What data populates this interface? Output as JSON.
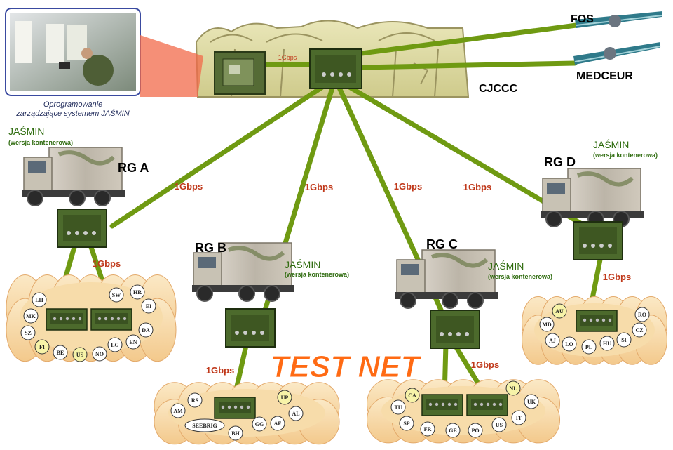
{
  "photo": {
    "caption_line1": "Oprogramowanie",
    "caption_line2": "zarządzające systemem JAŚMIN"
  },
  "hq": {
    "name": "CJCCC",
    "link_speed": "1Gbps",
    "satellites": [
      {
        "label": "FOS"
      },
      {
        "label": "MEDCEUR"
      }
    ]
  },
  "trunk_speed_labels": [
    "1Gbps",
    "1Gbps",
    "1Gbps",
    "1Gbps"
  ],
  "groups": [
    {
      "id": "A",
      "name": "RG A",
      "system": "JAŚMIN",
      "variant": "(wersja kontenerowa)",
      "link_speed": "1Gbps",
      "nodes": [
        "LH",
        "MK",
        "SZ",
        "FI",
        "BE",
        "US",
        "NO",
        "SW",
        "HR",
        "EI",
        "DA",
        "LG",
        "EN"
      ],
      "highlighted": [
        "FI",
        "US"
      ]
    },
    {
      "id": "B",
      "name": "RG B",
      "system": "JAŚMIN",
      "variant": "(wersja kontenerowa)",
      "link_speed": "1Gbps",
      "nodes": [
        "RS",
        "AM",
        "SEEBRIG",
        "BH",
        "GG",
        "AF",
        "UP",
        "AL"
      ],
      "highlighted": [
        "UP"
      ]
    },
    {
      "id": "C",
      "name": "RG C",
      "system": "JAŚMIN",
      "variant": "(wersja kontenerowa)",
      "link_speed": "1Gbps",
      "nodes": [
        "CA",
        "TU",
        "SP",
        "FR",
        "GE",
        "PO",
        "US",
        "IT",
        "UK",
        "NL"
      ],
      "highlighted": [
        "CA",
        "NL"
      ]
    },
    {
      "id": "D",
      "name": "RG D",
      "system": "JAŚMIN",
      "variant": "(wersja kontenerowa)",
      "link_speed": "1Gbps",
      "nodes": [
        "AU",
        "MD",
        "AJ",
        "LO",
        "PL",
        "HU",
        "SI",
        "CZ",
        "RO"
      ],
      "highlighted": [
        "AU"
      ]
    }
  ],
  "title": "TEST NET",
  "colors": {
    "link": "#6f9a12",
    "speed_label": "#c0391b",
    "system_label": "#2e6b0e",
    "title": "#ff6a13",
    "tent": "#d9d6a0",
    "router": "#4c6a2c",
    "node_fill": "#ffffff",
    "node_highlight": "#f7f3a8"
  }
}
